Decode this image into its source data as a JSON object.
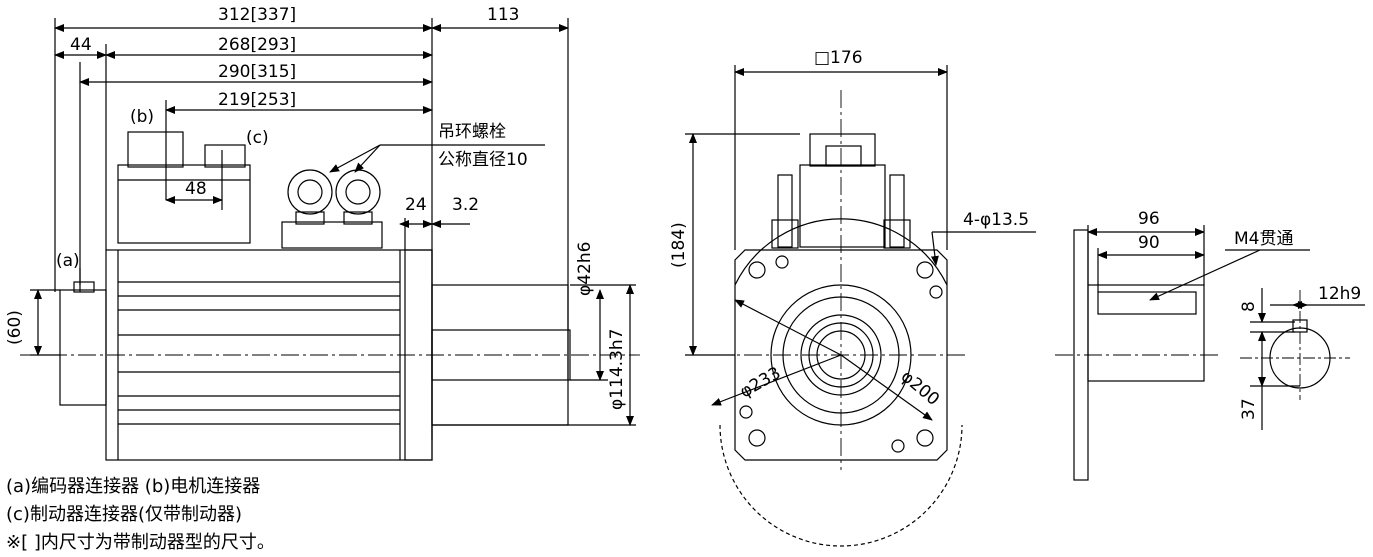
{
  "dimensions": {
    "overall_length": "312[337]",
    "shaft_length": "113",
    "flange_offset": "44",
    "body_length_a": "268[293]",
    "body_length_b": "290[315]",
    "body_length_c": "219[253]",
    "connector_spacing": "48",
    "flange_thickness": "24",
    "spigot_depth": "3.2",
    "shaft_diameter": "φ42h6",
    "spigot_diameter": "φ114.3h7",
    "encoder_height": "(60)",
    "flange_square": "□176",
    "overall_height": "(184)",
    "mount_holes": "4-φ13.5",
    "outer_circle": "φ233",
    "bolt_circle": "φ200",
    "key_length_a": "96",
    "key_length_b": "90",
    "tapped_hole": "M4贯通",
    "key_width": "12h9",
    "key_depth": "8",
    "key_height": "37"
  },
  "labels": {
    "eyebolt_line1": "吊环螺栓",
    "eyebolt_line2": "公称直径10",
    "marker_a": "(a)",
    "marker_b": "(b)",
    "marker_c": "(c)"
  },
  "notes": {
    "line1": "(a)编码器连接器 (b)电机连接器",
    "line2": "(c)制动器连接器(仅带制动器)",
    "line3": "※[  ]内尺寸为带制动器型的尺寸。"
  }
}
